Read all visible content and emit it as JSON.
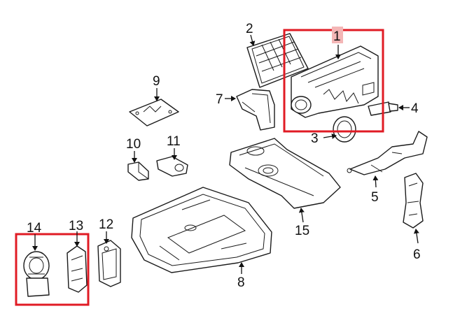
{
  "diagram": {
    "labels": {
      "p1": "1",
      "p2": "2",
      "p3": "3",
      "p4": "4",
      "p5": "5",
      "p6": "6",
      "p7": "7",
      "p8": "8",
      "p9": "9",
      "p10": "10",
      "p11": "11",
      "p12": "12",
      "p13": "13",
      "p14": "14",
      "p15": "15"
    },
    "highlight_color": "#e01b24",
    "label_tab_color": "#f4b6b6"
  }
}
